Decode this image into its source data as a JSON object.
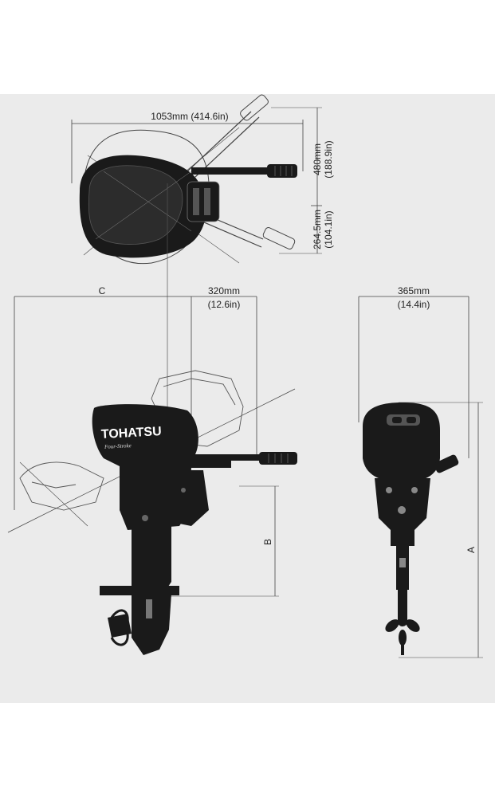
{
  "figure": {
    "brand": "TOHATSU",
    "brand_sub": "Four-Stroke",
    "colors": {
      "panel": "#ebebeb",
      "ink": "#1a1a1a",
      "line": "#555555"
    }
  },
  "top_view": {
    "width_label": "1053mm (414.6in)",
    "upper_label": "480mm",
    "upper_label_in": "(188.9in)",
    "lower_label": "264.5mm",
    "lower_label_in": "(104.1in)"
  },
  "side_view": {
    "c_label": "C",
    "offset_label": "320mm",
    "offset_label_in": "(12.6in)",
    "b_label": "B"
  },
  "rear_view": {
    "width_label": "365mm",
    "width_label_in": "(14.4in)",
    "a_label": "A"
  }
}
